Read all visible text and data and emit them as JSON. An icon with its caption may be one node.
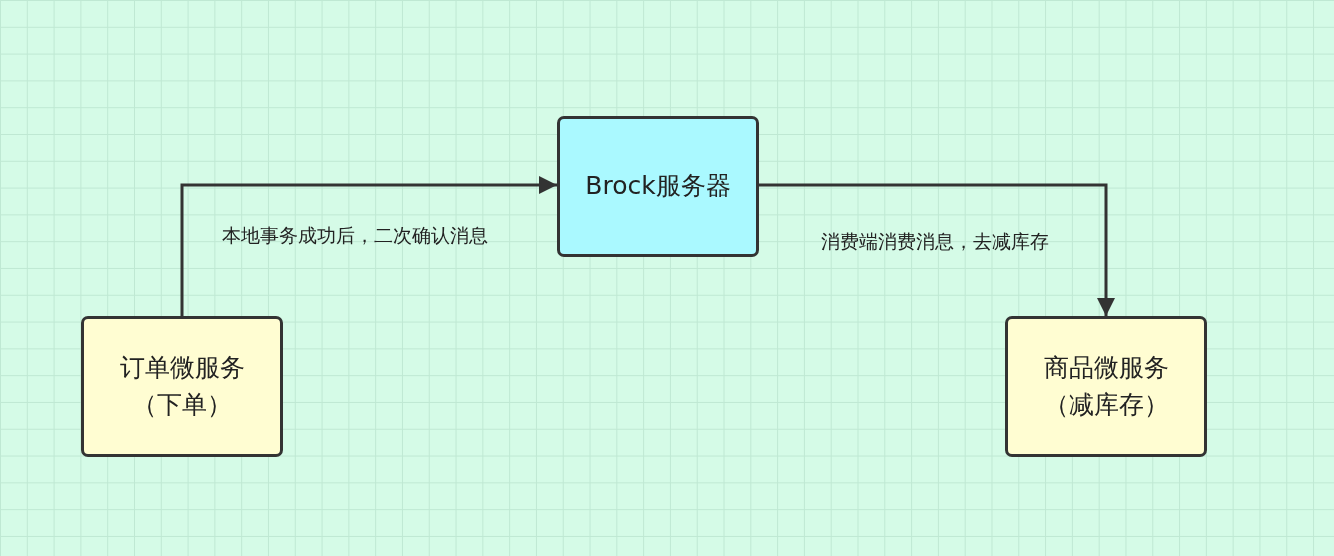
{
  "diagram": {
    "nodes": [
      {
        "text": [
          "订单微服务（下单）"
        ]
      },
      {
        "text": [
          "Brock服务器"
        ]
      },
      {
        "text": [
          "商品微服务（减库存）"
        ]
      }
    ],
    "edges": [
      {
        "from": 0,
        "to": 1,
        "arrow": "to",
        "label": "本地事务成功后，二次确认消息"
      },
      {
        "from": 1,
        "to": 2,
        "arrow": "to",
        "label": "消费端消费消息，去减库存"
      }
    ]
  }
}
